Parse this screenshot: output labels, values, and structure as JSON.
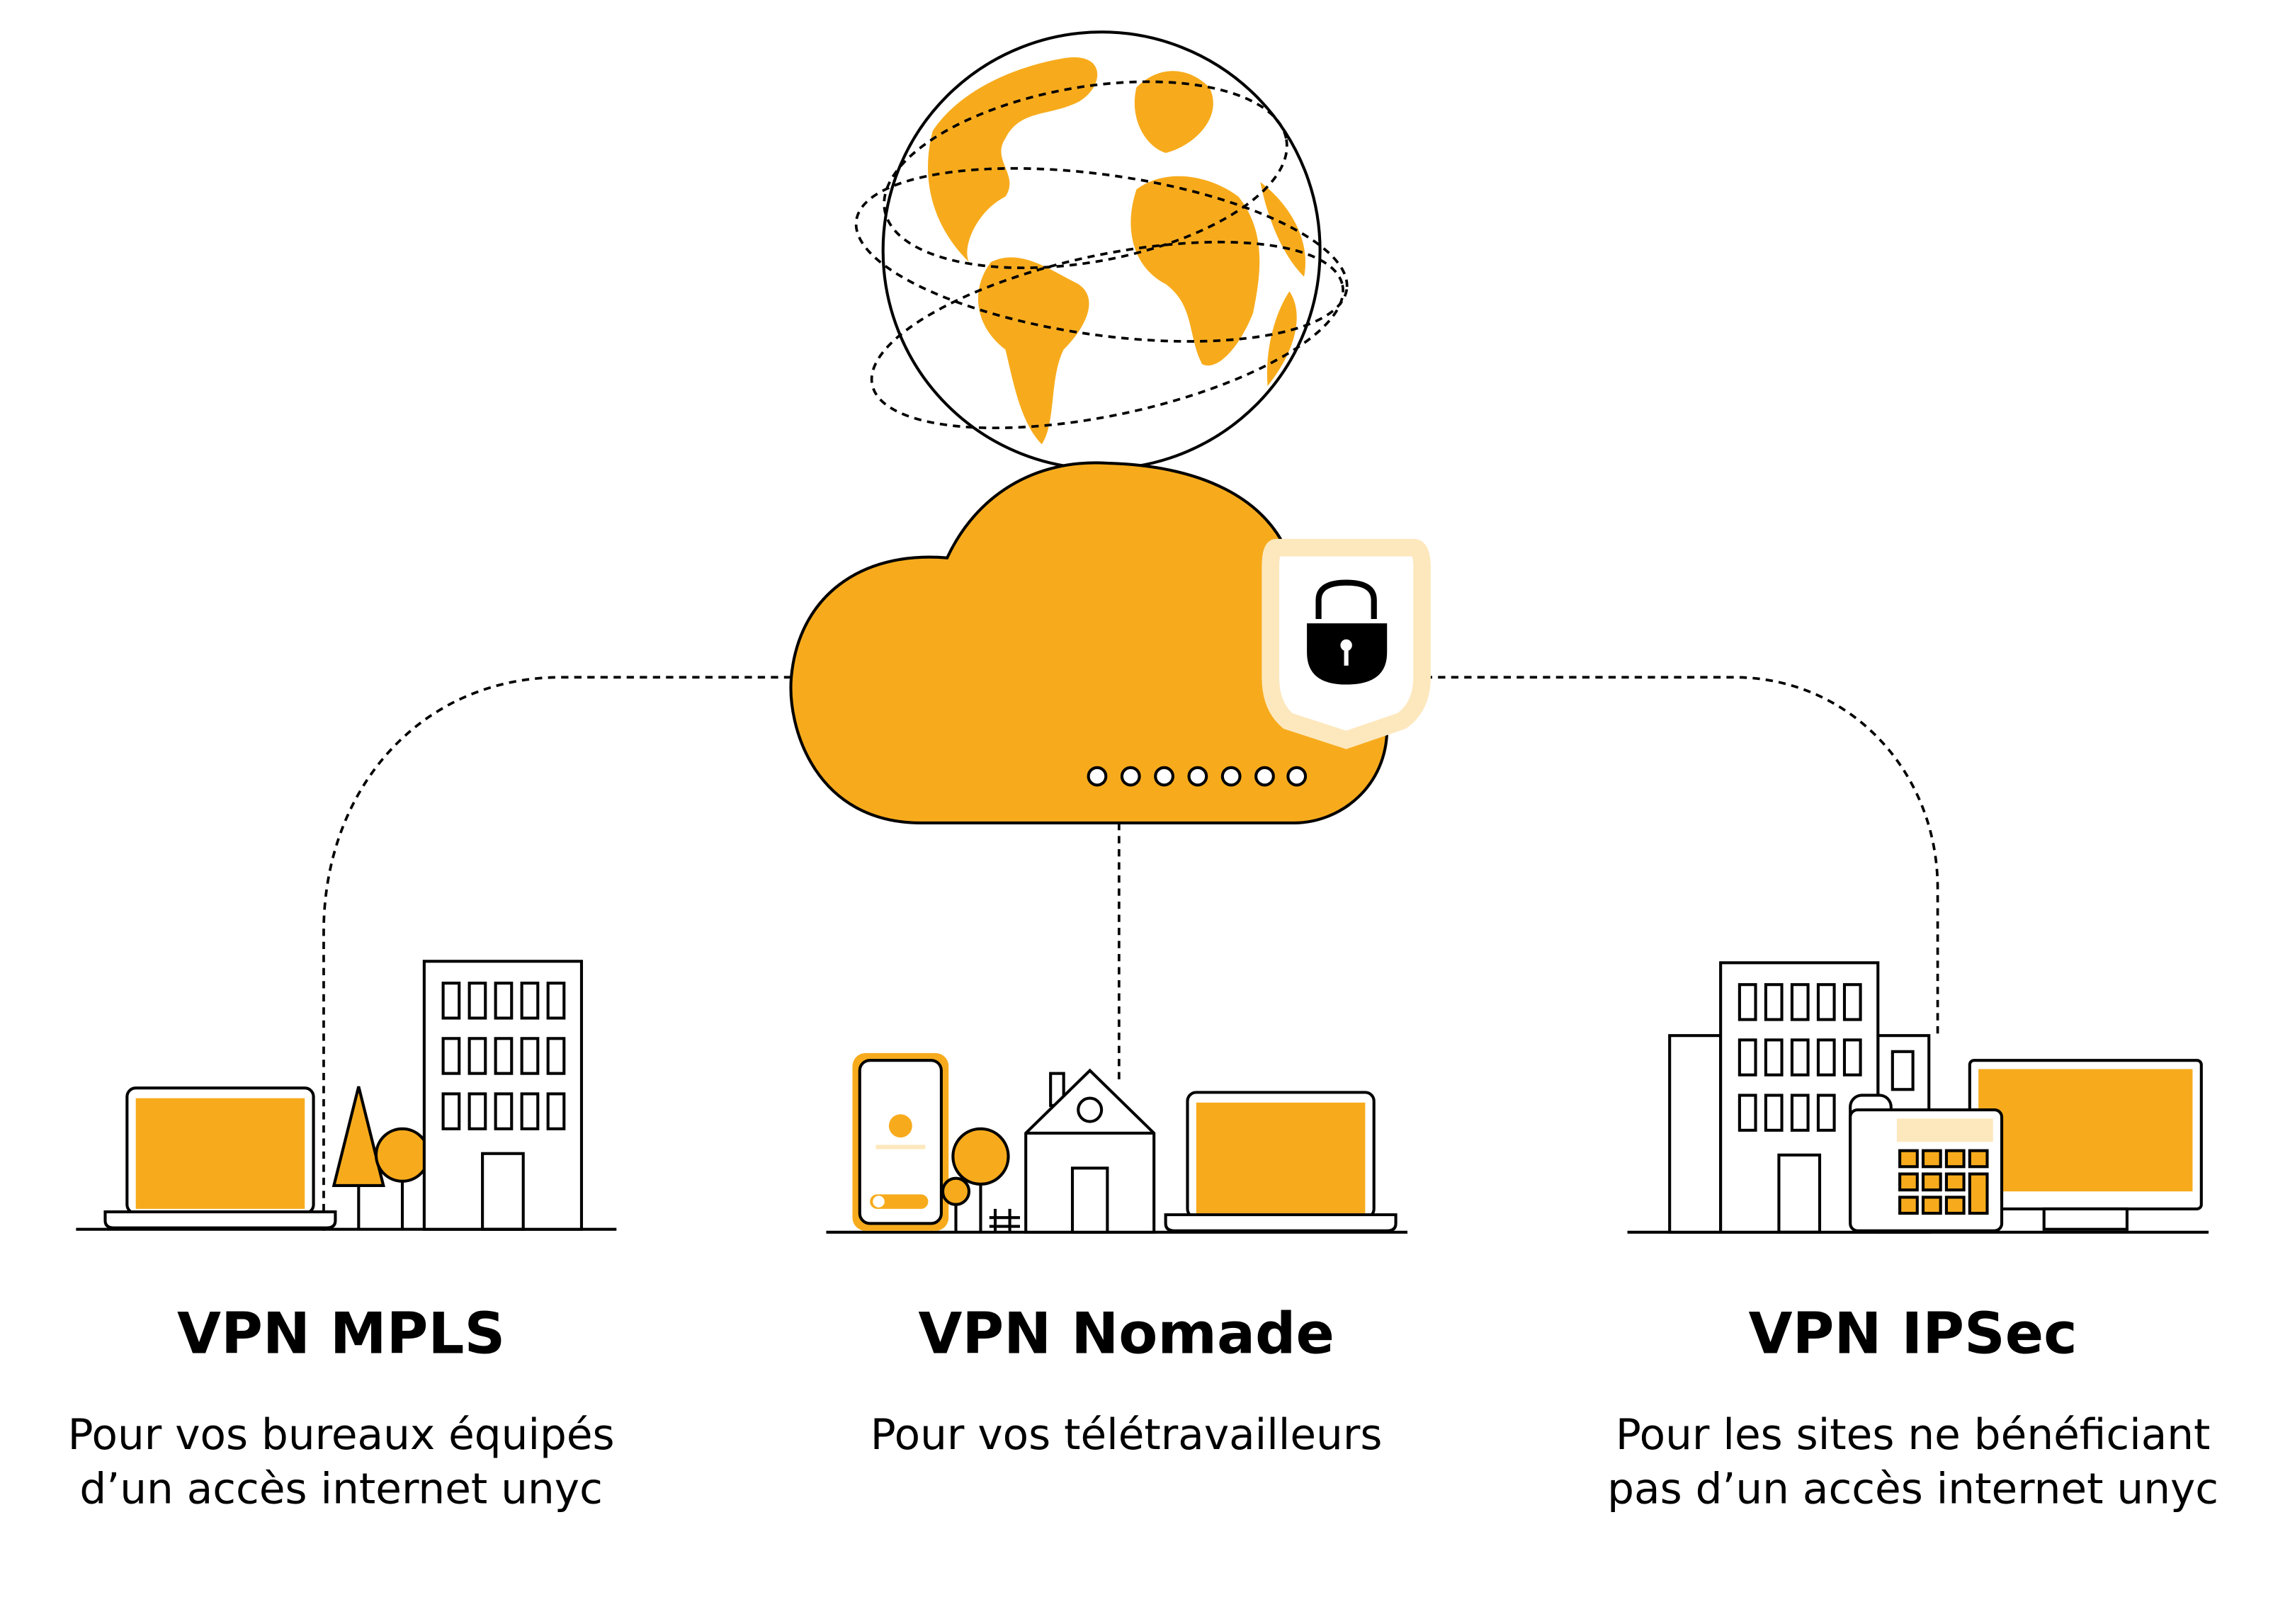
{
  "colors": {
    "accent": "#F7AB1C",
    "shield": "#FDE8BE",
    "ink": "#000000"
  },
  "center": {
    "globe_icon": "globe-icon",
    "cloud_icon": "cloud-icon",
    "lock_icon": "padlock-icon"
  },
  "columns": [
    {
      "title": "VPN MPLS",
      "lines": [
        "Pour vos bureaux équipés",
        "d’un accès internet unyc"
      ]
    },
    {
      "title": "VPN Nomade",
      "lines": [
        "Pour vos télétravailleurs"
      ]
    },
    {
      "title": "VPN IPSec",
      "lines": [
        "Pour les sites ne bénéficiant",
        "pas d’un accès internet unyc"
      ]
    }
  ]
}
